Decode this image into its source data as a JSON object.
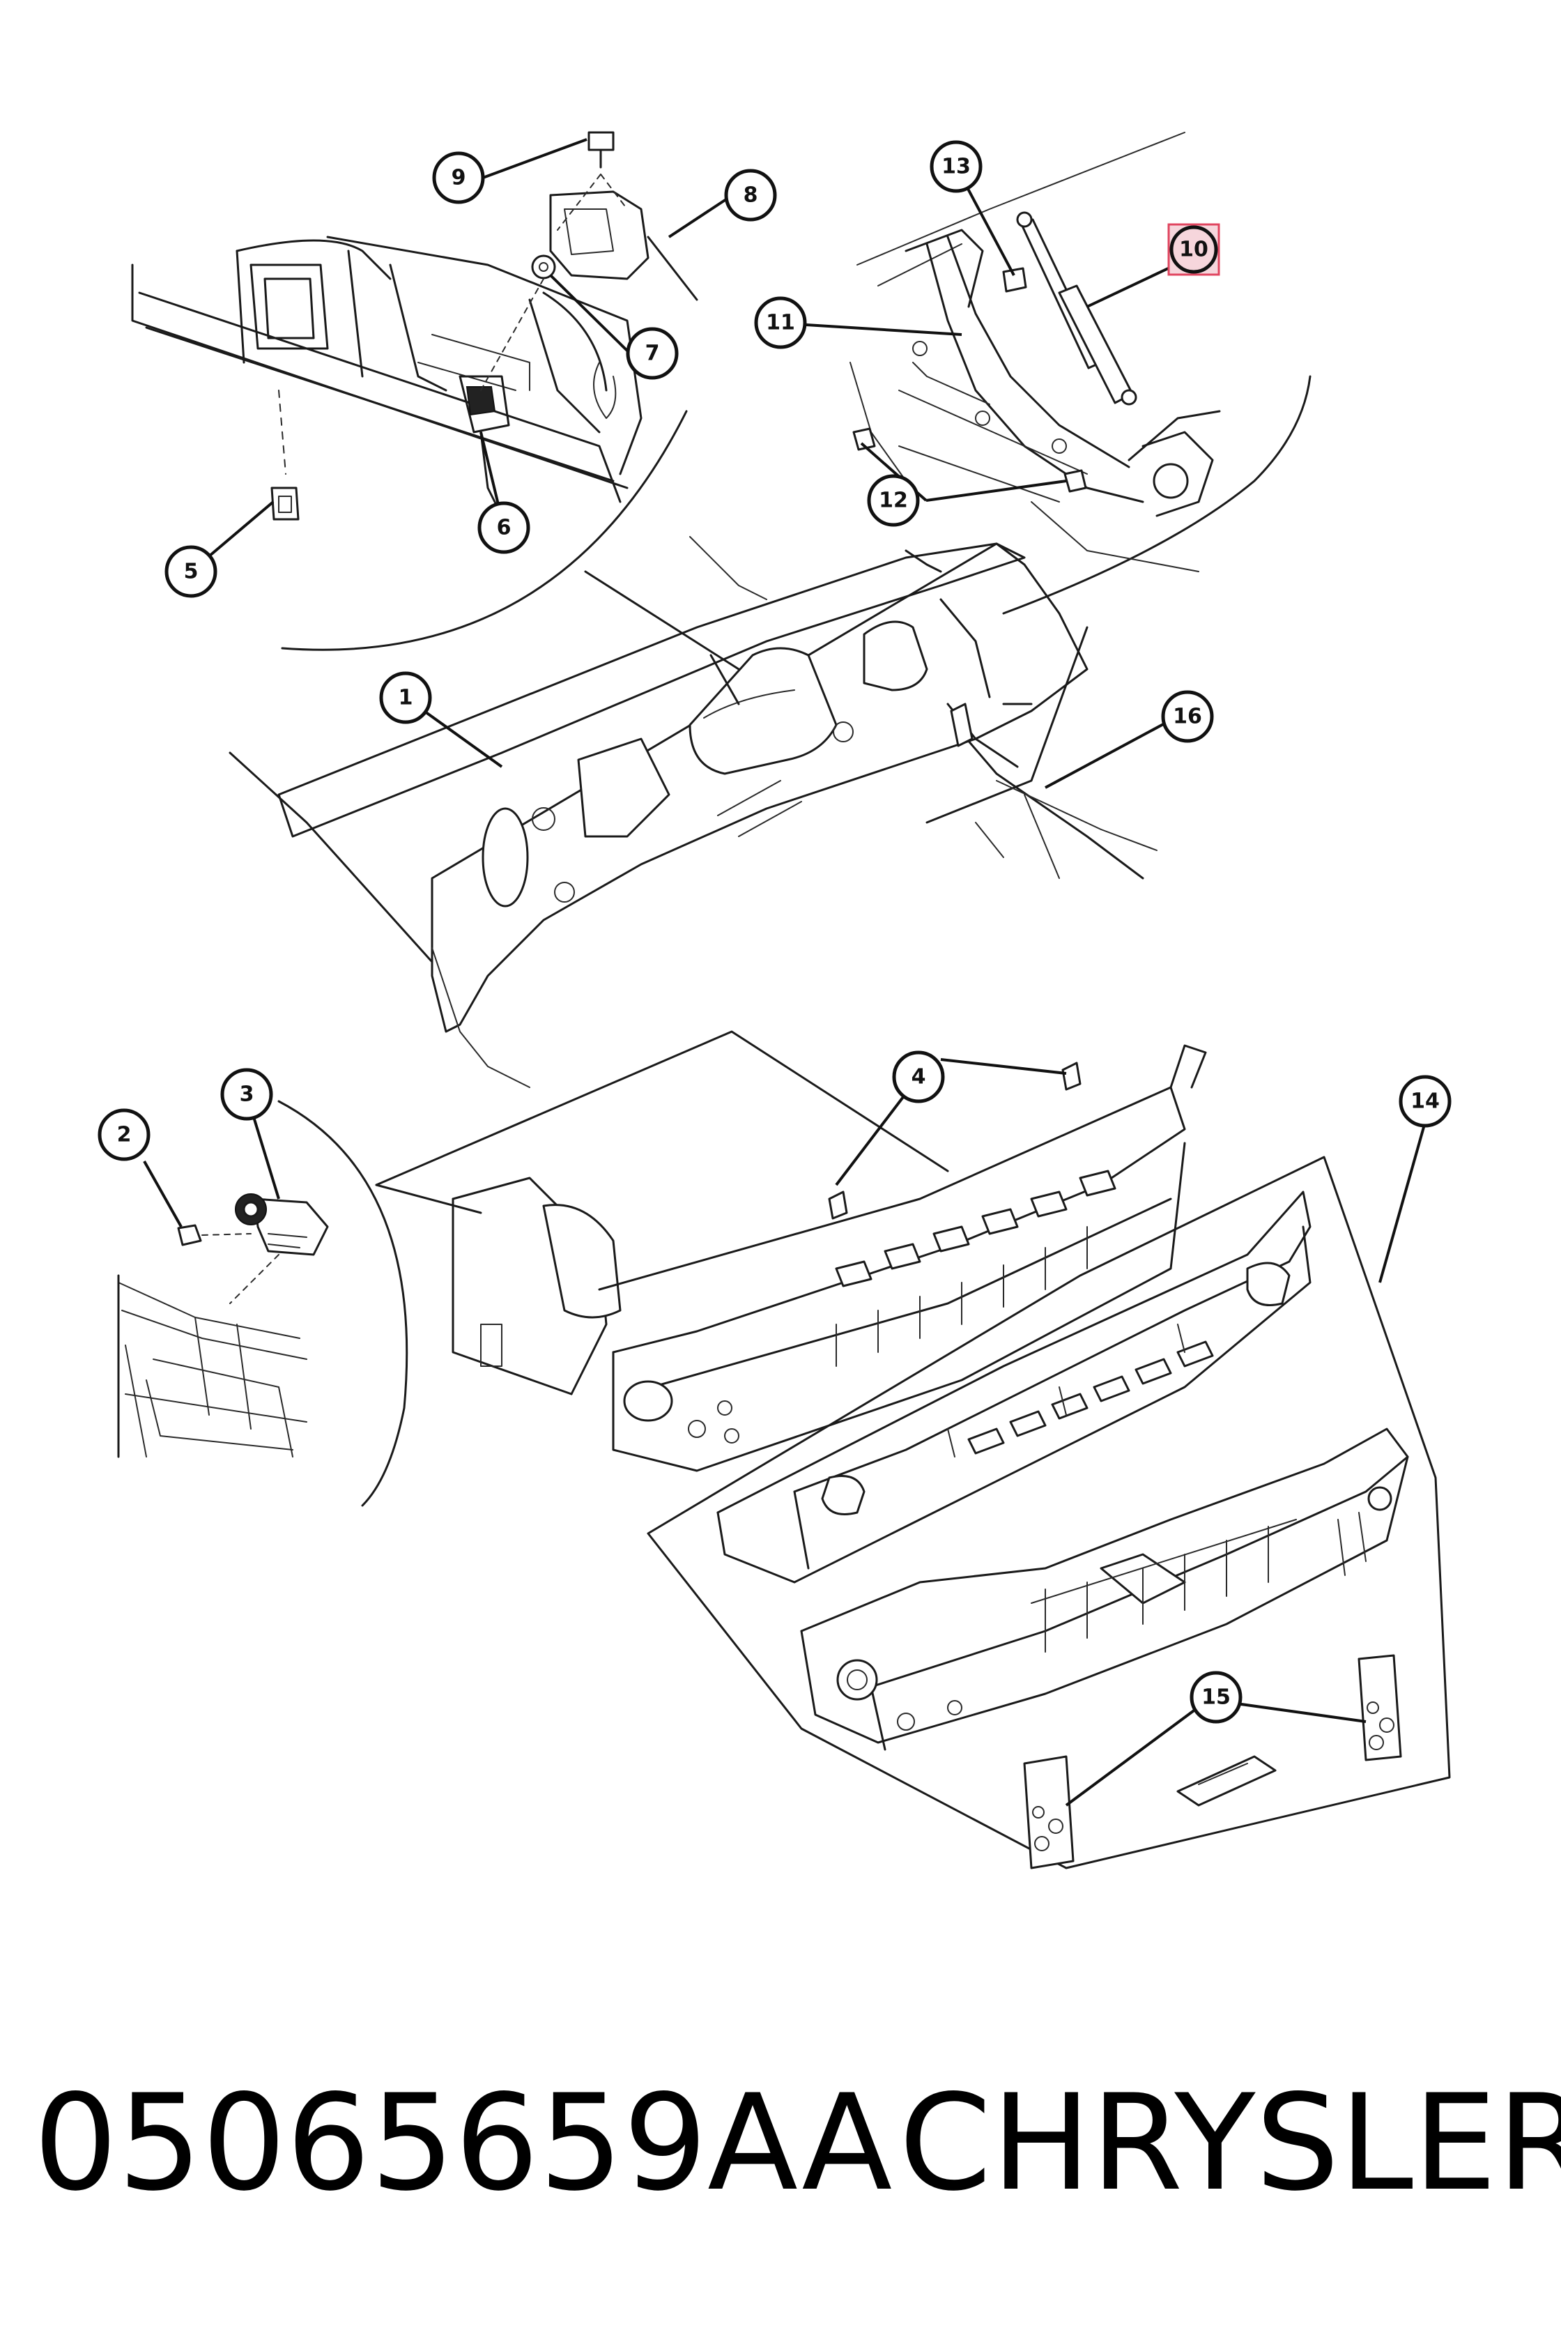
{
  "caption": {
    "part_number": "05065659AA",
    "brand": "CHRYSLER"
  },
  "callouts": [
    {
      "id": "c1",
      "label": "1"
    },
    {
      "id": "c2",
      "label": "2"
    },
    {
      "id": "c3",
      "label": "3"
    },
    {
      "id": "c4",
      "label": "4"
    },
    {
      "id": "c5",
      "label": "5"
    },
    {
      "id": "c6",
      "label": "6"
    },
    {
      "id": "c7",
      "label": "7"
    },
    {
      "id": "c8",
      "label": "8"
    },
    {
      "id": "c9",
      "label": "9"
    },
    {
      "id": "c10",
      "label": "10",
      "highlighted": true
    },
    {
      "id": "c11",
      "label": "11"
    },
    {
      "id": "c12",
      "label": "12"
    },
    {
      "id": "c13",
      "label": "13"
    },
    {
      "id": "c14",
      "label": "14"
    },
    {
      "id": "c15",
      "label": "15"
    },
    {
      "id": "c16",
      "label": "16"
    }
  ],
  "colors": {
    "line": "#1a1a1a",
    "highlight_fill": "#f6d6dc",
    "highlight_stroke": "#e0455f"
  }
}
